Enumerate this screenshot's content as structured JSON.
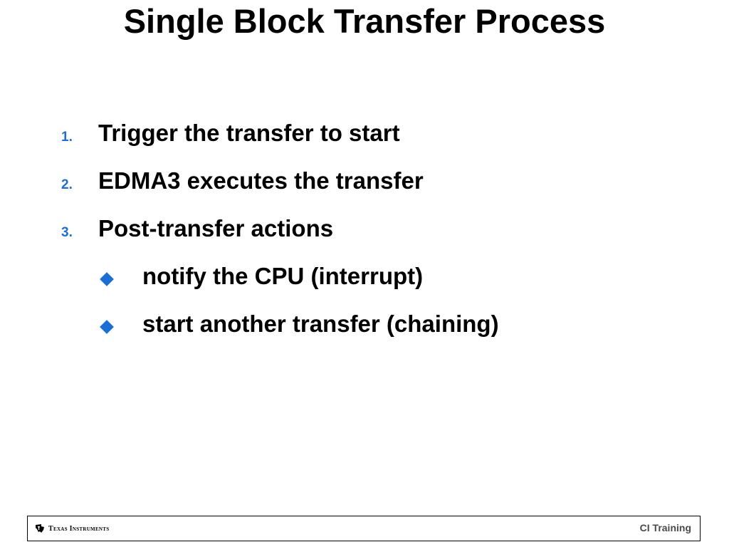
{
  "slide": {
    "title": "Single Block Transfer Process"
  },
  "steps": [
    {
      "number": "1.",
      "text": "Trigger the transfer to start"
    },
    {
      "number": "2.",
      "text": "EDMA3 executes the transfer"
    },
    {
      "number": "3.",
      "text": "Post-transfer actions"
    }
  ],
  "sub_bullets": [
    {
      "icon": "diamond-bullet-icon",
      "text": "notify the CPU (interrupt)"
    },
    {
      "icon": "diamond-bullet-icon",
      "text": "start another transfer (chaining)"
    }
  ],
  "footer": {
    "company_name": "Texas Instruments",
    "logo_icon": "texas-instruments-logo-icon",
    "right_label": "CI Training"
  },
  "colors": {
    "accent": "#1a6fd6",
    "text": "#000000",
    "footer_label": "#4a4a4a"
  }
}
